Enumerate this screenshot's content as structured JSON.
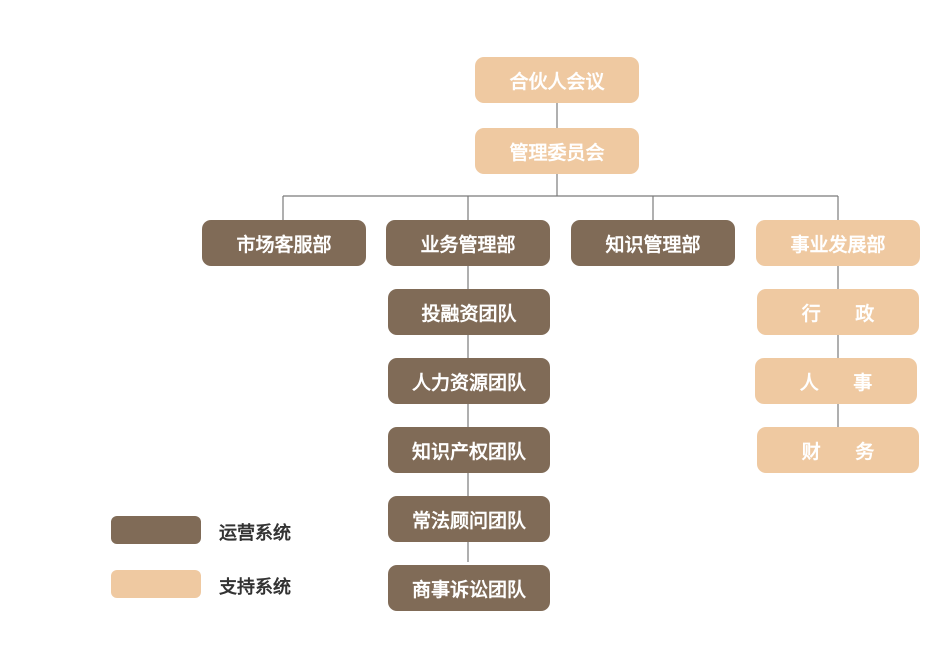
{
  "colors": {
    "operations": "#806b57",
    "support": "#efc9a1",
    "connector": "#7a7a7a"
  },
  "top": {
    "partners_meeting": "合伙人会议",
    "management_committee": "管理委员会"
  },
  "departments": {
    "market_service": "市场客服部",
    "business_management": "业务管理部",
    "knowledge_management": "知识管理部",
    "business_development": "事业发展部"
  },
  "business_teams": [
    "投融资团队",
    "人力资源团队",
    "知识产权团队",
    "常法顾问团队",
    "商事诉讼团队"
  ],
  "development_units": [
    "行 政",
    "人 事",
    "财 务"
  ],
  "legend": {
    "operations_label": "运营系统",
    "support_label": "支持系统"
  }
}
